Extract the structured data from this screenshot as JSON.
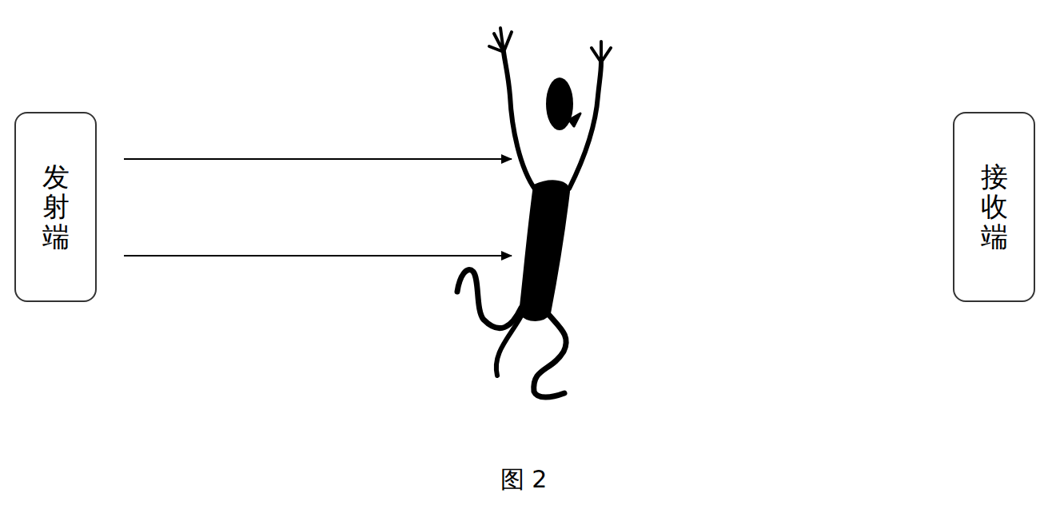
{
  "diagram": {
    "caption": "图 2",
    "nodes": [
      {
        "text": [
          "发射端"
        ]
      },
      {
        "text": [
          "接收端"
        ]
      }
    ]
  }
}
